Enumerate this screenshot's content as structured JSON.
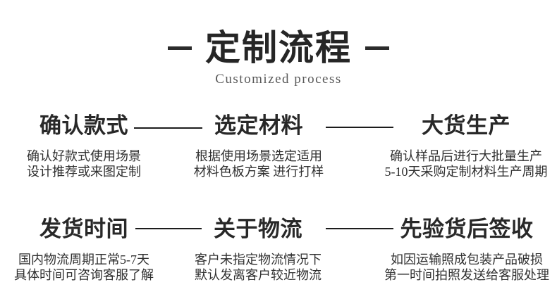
{
  "header": {
    "title": "定制流程",
    "subtitle": "Customized process"
  },
  "colors": {
    "background": "#ffffff",
    "text_primary": "#262626",
    "text_secondary": "#595959",
    "connector_line": "#1c1c1c",
    "title_dash": "#2b2b2b"
  },
  "steps": [
    {
      "title": "确认款式",
      "desc_line1": "确认好款式使用场景",
      "desc_line2": "设计推荐或来图定制"
    },
    {
      "title": "选定材料",
      "desc_line1": "根据使用场景选定适用",
      "desc_line2": "材料色板方案 进行打样"
    },
    {
      "title": "大货生产",
      "desc_line1": "确认样品后进行大批量生产",
      "desc_line2": "5-10天采购定制材料生产周期"
    },
    {
      "title": "发货时间",
      "desc_line1": "国内物流周期正常5-7天",
      "desc_line2": "具体时间可咨询客服了解"
    },
    {
      "title": "关于物流",
      "desc_line1": "客户未指定物流情况下",
      "desc_line2": "默认发离客户较近物流"
    },
    {
      "title": "先验货后签收",
      "desc_line1": "如因运输照成包装产品破损",
      "desc_line2": "第一时间拍照发送给客服处理"
    }
  ]
}
